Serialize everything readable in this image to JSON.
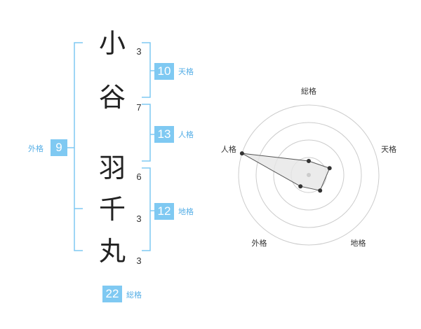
{
  "name": {
    "chars": [
      {
        "char": "小",
        "strokes": "3"
      },
      {
        "char": "谷",
        "strokes": "7"
      },
      {
        "char": "羽",
        "strokes": "6"
      },
      {
        "char": "千",
        "strokes": "3"
      },
      {
        "char": "丸",
        "strokes": "3"
      }
    ]
  },
  "kaku": {
    "tenkaku": {
      "value": "10",
      "label": "天格"
    },
    "jinkaku": {
      "value": "13",
      "label": "人格"
    },
    "chikaku": {
      "value": "12",
      "label": "地格"
    },
    "gaikaku": {
      "value": "9",
      "label": "外格"
    },
    "soukaku": {
      "value": "22",
      "label": "総格"
    }
  },
  "chart_data": {
    "type": "radar",
    "axes": [
      "総格",
      "天格",
      "地格",
      "外格",
      "人格"
    ],
    "rings": 4,
    "max": 4,
    "values": [
      0.8,
      1.25,
      1.1,
      0.8,
      4.0
    ],
    "colors": {
      "fill": "#e6e6e6",
      "line": "#555555",
      "ring": "#cccccc",
      "point": "#333333",
      "center": "#cccccc"
    }
  },
  "colors": {
    "accent": "#7fc9f2",
    "label": "#55aee6"
  }
}
